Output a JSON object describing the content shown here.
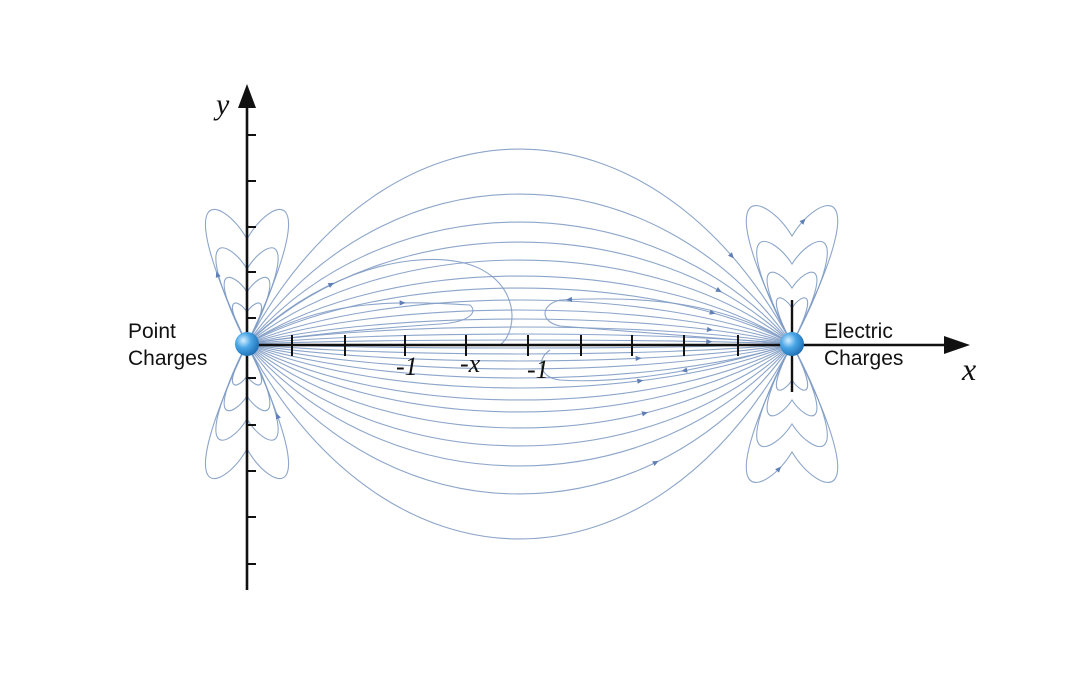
{
  "axes": {
    "x_label": "x",
    "y_label": "y",
    "tick_labels": [
      "-1",
      "-x",
      "-1"
    ]
  },
  "charges": [
    {
      "label_lines": [
        "Point",
        "Charges"
      ]
    },
    {
      "label_lines": [
        "Electric",
        "Charges"
      ]
    }
  ],
  "colors": {
    "field_line": "#7f9bc4",
    "arrow": "#5f7fb5",
    "charge": "#3a95d8",
    "axis": "#111111"
  }
}
